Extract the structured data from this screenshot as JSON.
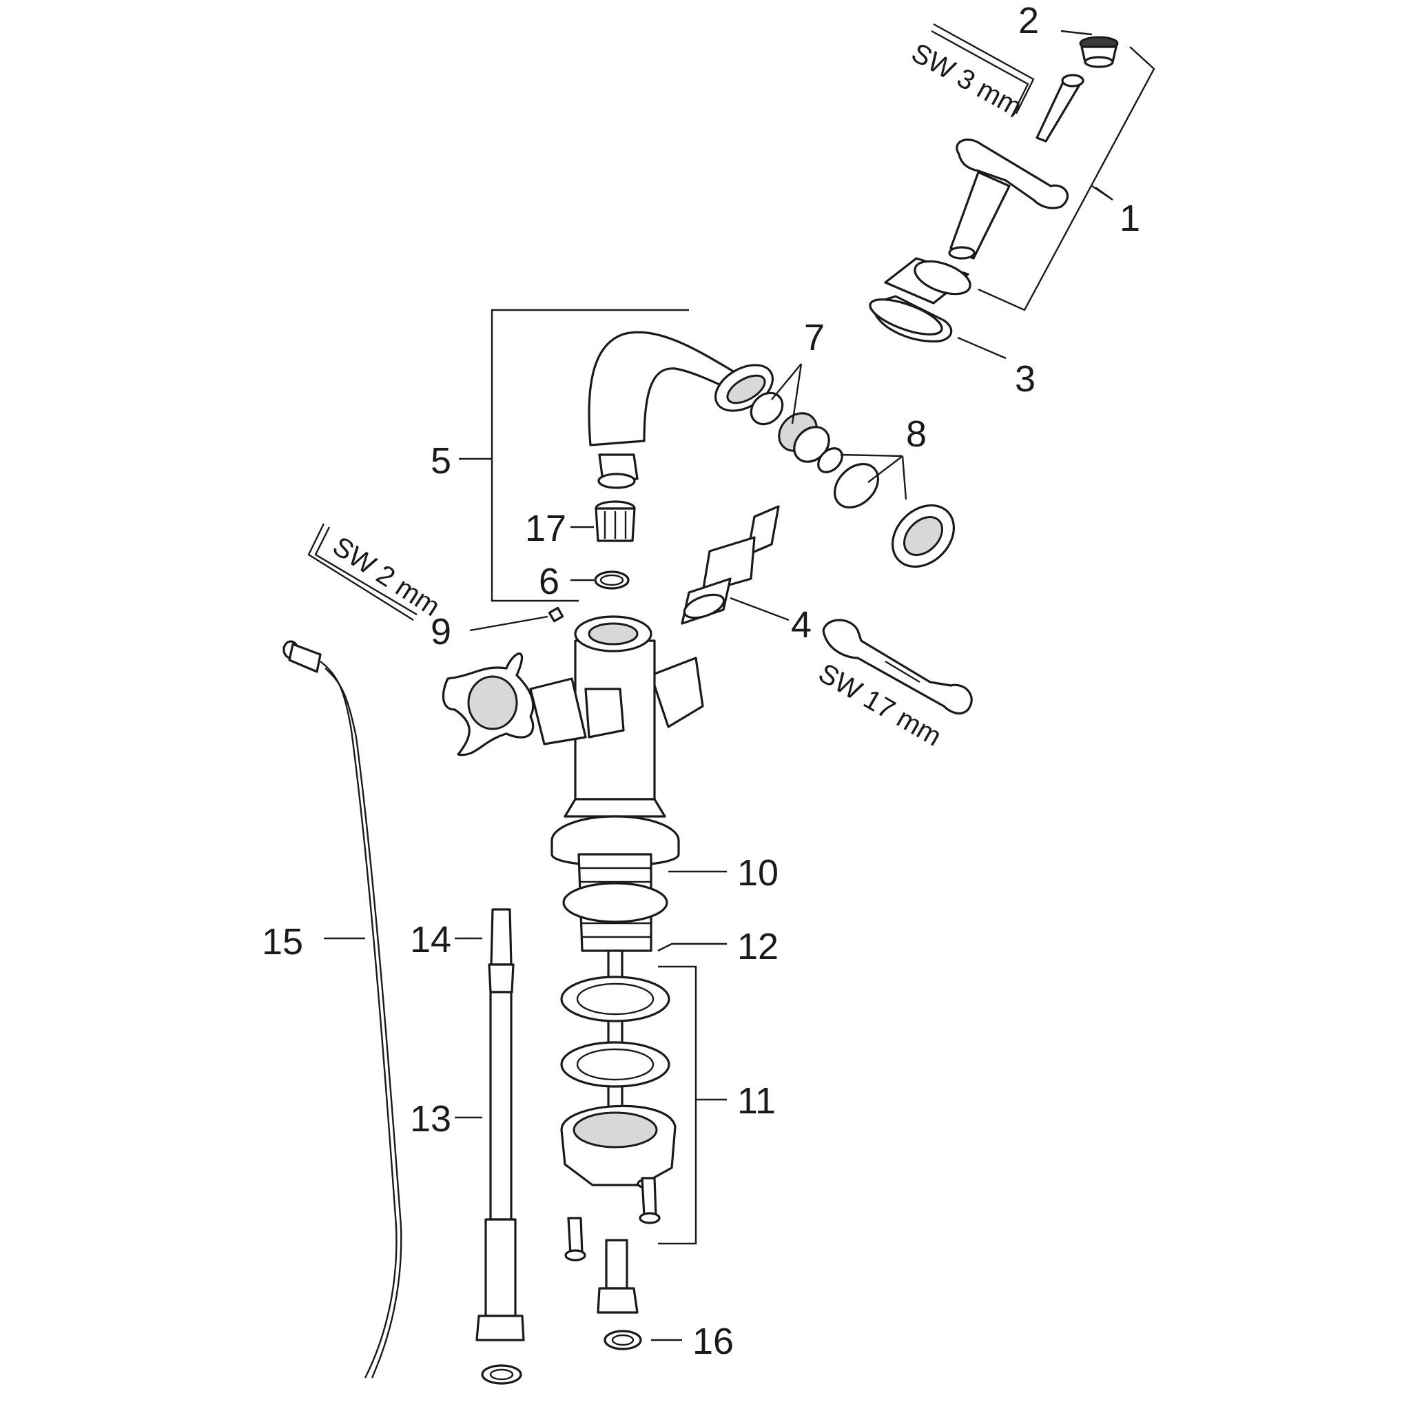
{
  "callouts": {
    "c1": "1",
    "c2": "2",
    "c3": "3",
    "c4": "4",
    "c5": "5",
    "c6": "6",
    "c7": "7",
    "c8": "8",
    "c9": "9",
    "c10": "10",
    "c11": "11",
    "c12": "12",
    "c13": "13",
    "c14": "14",
    "c15": "15",
    "c16": "16",
    "c17": "17"
  },
  "tools": {
    "hex_key_3": "SW 3 mm",
    "hex_key_2": "SW 2 mm",
    "wrench_17": "SW 17 mm"
  }
}
